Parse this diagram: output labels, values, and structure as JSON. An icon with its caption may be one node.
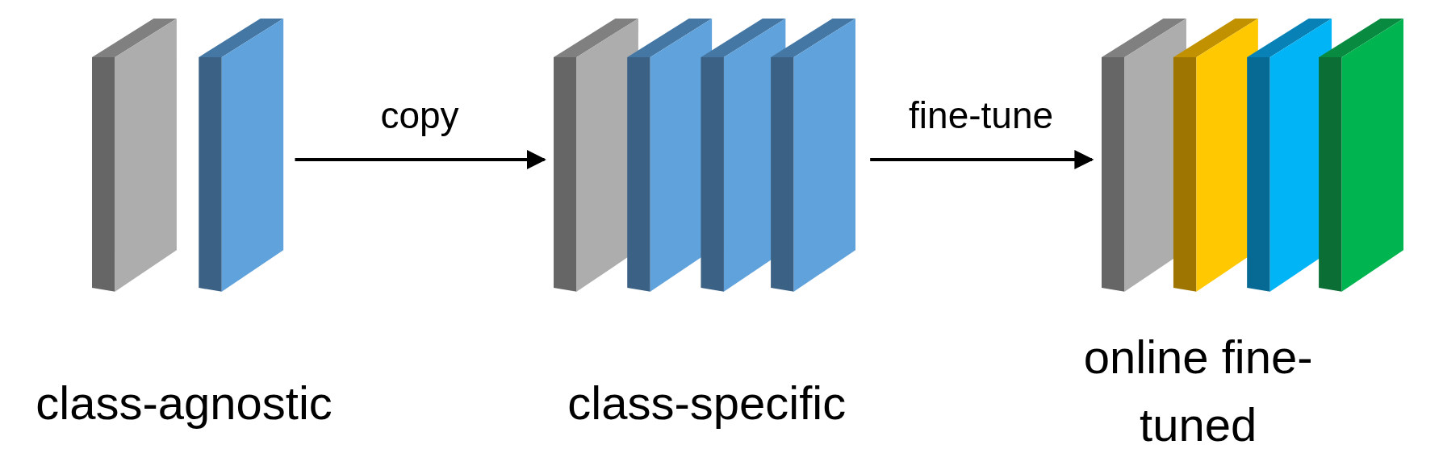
{
  "diagram": {
    "nodes": [
      {
        "text": [],
        "shape": "box",
        "beside": [
          "class-agnostic"
        ]
      },
      {
        "text": [],
        "shape": "box",
        "beside": [
          "class-specific"
        ]
      },
      {
        "text": [],
        "shape": "box",
        "beside": [
          "online fine-tuned"
        ]
      }
    ],
    "edges": [
      {
        "from": 0,
        "to": 1,
        "arrow": "to",
        "label": "copy"
      },
      {
        "from": 1,
        "to": 2,
        "arrow": "to",
        "label": "fine-tune"
      }
    ]
  }
}
